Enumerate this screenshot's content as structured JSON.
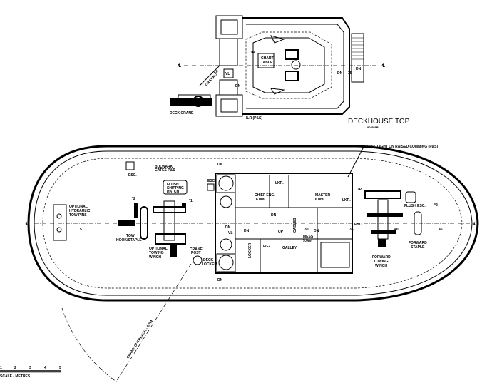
{
  "deckhouse_top": {
    "title": "DECKHOUSE TOP",
    "subtitle": "8085 ABL",
    "chart_table": [
      "CHART",
      "TABLE"
    ],
    "vl": "VL",
    "grating": "GRATING",
    "frame_20": "20",
    "frame_35": "35",
    "dn": "DN",
    "ilr": "ILR (P&S)",
    "deck_crane": "DECK CRANE",
    "centerline": "℄"
  },
  "main_deck": {
    "centerline": "℄",
    "frames": [
      "5",
      "30",
      "35",
      "40",
      "45"
    ],
    "labels": {
      "tow_pins": [
        "OPTIONAL",
        "HYDRAULIC",
        "TOW PINS"
      ],
      "tow_hook": [
        "TOW",
        "HOOK/STAPLE"
      ],
      "optional_winch": [
        "OPTIONAL",
        "TOWING",
        "WINCH"
      ],
      "hatch": [
        "FLUSH",
        "SHIPPING",
        "HATCH"
      ],
      "bulwark": [
        "BULWARK",
        "GATES P&S"
      ],
      "esc": "ESC.",
      "crane_post": [
        "CRANE",
        "POST"
      ],
      "deck_locker": [
        "DECK",
        "LOCKER"
      ],
      "star1": "*1",
      "star2": "*2",
      "chief_eng": [
        "CHIEF ENG.",
        "6.0m²"
      ],
      "master": [
        "MASTER",
        "6.0m²"
      ],
      "mess": [
        "MESS",
        "9.0m²"
      ],
      "galley": "GALLEY",
      "ffz": "F/FZ",
      "locker": "LOCKER",
      "cables": "CABLES",
      "lkr": "LKR.",
      "dn": "DN",
      "up": "UP",
      "vl": "VL",
      "portlight": "PORTLIGHT ON RAISED COMMING (P&S)",
      "flush_esc": "FLUSH ESC.",
      "forward_staple": [
        "FORWARD",
        "STAPLE"
      ],
      "forward_winch": [
        "FORWARD",
        "TOWING",
        "WINCH"
      ]
    },
    "crane_outreach": "CRANE OUTREACH - 8.7M"
  },
  "scale": {
    "ticks": [
      "1",
      "2",
      "3",
      "4",
      "5"
    ],
    "label": "SCALE - METRES"
  }
}
